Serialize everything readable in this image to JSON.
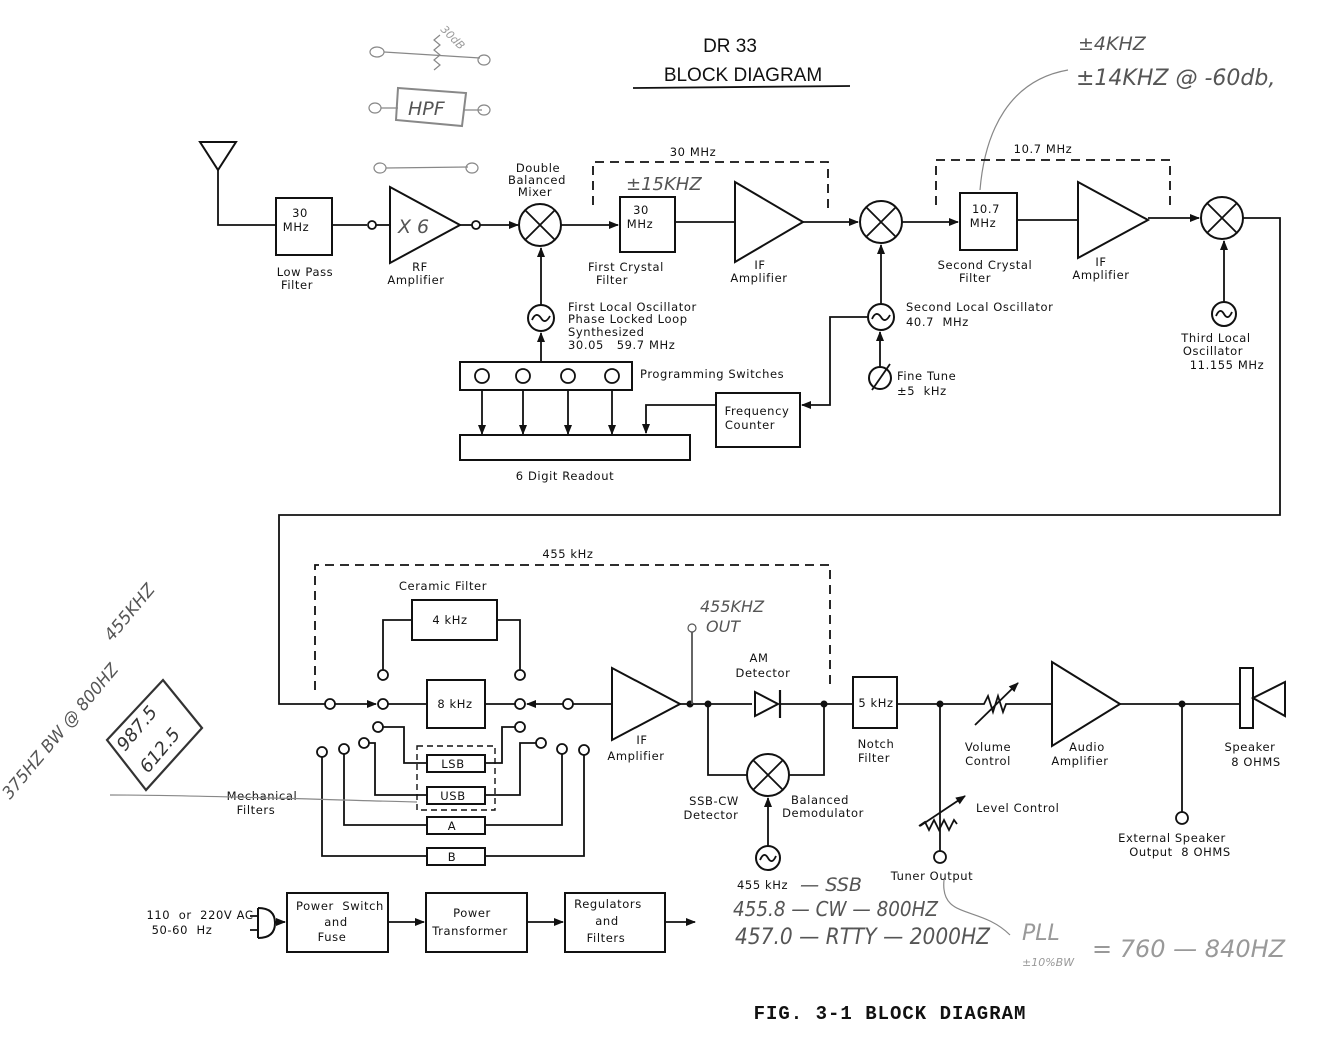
{
  "title": {
    "model": "DR 33",
    "subtitle": "BLOCK DIAGRAM"
  },
  "figure_caption": "FIG. 3-1 BLOCK DIAGRAM",
  "rf_section": {
    "low_pass_filter": {
      "value": [
        "30",
        "MHz"
      ],
      "label": [
        "Low Pass",
        "Filter"
      ]
    },
    "rf_amplifier": {
      "label": [
        "RF",
        "Amplifier"
      ],
      "annotation": "X 6"
    },
    "mixer": {
      "label": [
        "Double",
        "Balanced",
        "Mixer"
      ]
    },
    "first_if_band": "30 MHz",
    "first_crystal_filter": {
      "value": [
        "30",
        "MHz"
      ],
      "label": [
        "First Crystal",
        "Filter"
      ],
      "annotation": "±15KHZ"
    },
    "first_if_amplifier": {
      "label": [
        "IF",
        "Amplifier"
      ]
    },
    "second_if_band": "10.7 MHz",
    "second_crystal_filter": {
      "value": [
        "10.7",
        "MHz"
      ],
      "label": [
        "Second Crystal",
        "Filter"
      ]
    },
    "second_if_amplifier": {
      "label": [
        "IF",
        "Amplifier"
      ]
    },
    "first_lo": {
      "label": [
        "First Local Oscillator",
        "Phase Locked Loop",
        "Synthesized",
        "30.05   59.7 MHz"
      ]
    },
    "second_lo": {
      "label": [
        "Second Local Oscillator",
        "40.7  MHz"
      ]
    },
    "third_lo": {
      "label": [
        "Third Local",
        "Oscillator",
        "11.155 MHz"
      ]
    },
    "fine_tune": {
      "label": [
        "Fine Tune",
        "±5  kHz"
      ]
    },
    "programming_switches": {
      "label": "Programming Switches",
      "count": 4
    },
    "frequency_counter": {
      "label": [
        "Frequency",
        "Counter"
      ]
    },
    "readout": {
      "label": "6 Digit Readout"
    }
  },
  "if_section": {
    "band": "455 kHz",
    "ceramic_filter": {
      "label": "Ceramic Filter",
      "value": "4 kHz"
    },
    "filter_8k": "8 kHz",
    "mechanical_filters": {
      "label": [
        "Mechanical",
        "Filters"
      ],
      "items": [
        "LSB",
        "USB",
        "A",
        "B"
      ]
    },
    "if_amplifier": {
      "label": [
        "IF",
        "Amplifier"
      ]
    },
    "if_out_annotation": [
      "455KHZ",
      "OUT"
    ],
    "am_detector": {
      "label": [
        "AM",
        "Detector"
      ]
    },
    "ssb_cw_detector": {
      "label": [
        "SSB-CW",
        "Detector"
      ]
    },
    "balanced_demodulator": {
      "label": [
        "Balanced",
        "Demodulator"
      ]
    },
    "bfo_label": "455 kHz",
    "notch_filter": {
      "value": "5 kHz",
      "label": [
        "Notch",
        "Filter"
      ]
    },
    "volume_control": {
      "label": [
        "Volume",
        "Control"
      ]
    },
    "level_control": {
      "label": "Level Control"
    },
    "tuner_output": {
      "label": "Tuner Output"
    },
    "audio_amplifier": {
      "label": [
        "Audio",
        "Amplifier"
      ]
    },
    "external_speaker": {
      "label": [
        "External Speaker",
        "Output  8 OHMS"
      ]
    },
    "speaker": {
      "label": [
        "Speaker",
        "8 OHMS"
      ]
    }
  },
  "power_section": {
    "input": [
      "110  or  220V AC",
      "50-60  Hz"
    ],
    "power_switch": [
      "Power  Switch",
      "and",
      "Fuse"
    ],
    "transformer": [
      "Power",
      "Transformer"
    ],
    "regulators": [
      "Regulators",
      "and",
      "Filters"
    ]
  },
  "handwritten_notes": {
    "top_right": [
      "±4KHZ",
      "±14KHZ @ -60db,"
    ],
    "top_left_hpf": "HPF",
    "top_left_small": "30dB",
    "left_rotated": [
      "455KHZ",
      "375HZ BW @ 800HZ"
    ],
    "left_box": [
      "987.5",
      "612.5"
    ],
    "bfo_modes": [
      "— SSB",
      "455.8 — CW — 800HZ",
      "457.0 — RTTY — 2000HZ"
    ],
    "pll_note": [
      "PLL",
      "±10%BW",
      "= 760 — 840HZ"
    ]
  }
}
